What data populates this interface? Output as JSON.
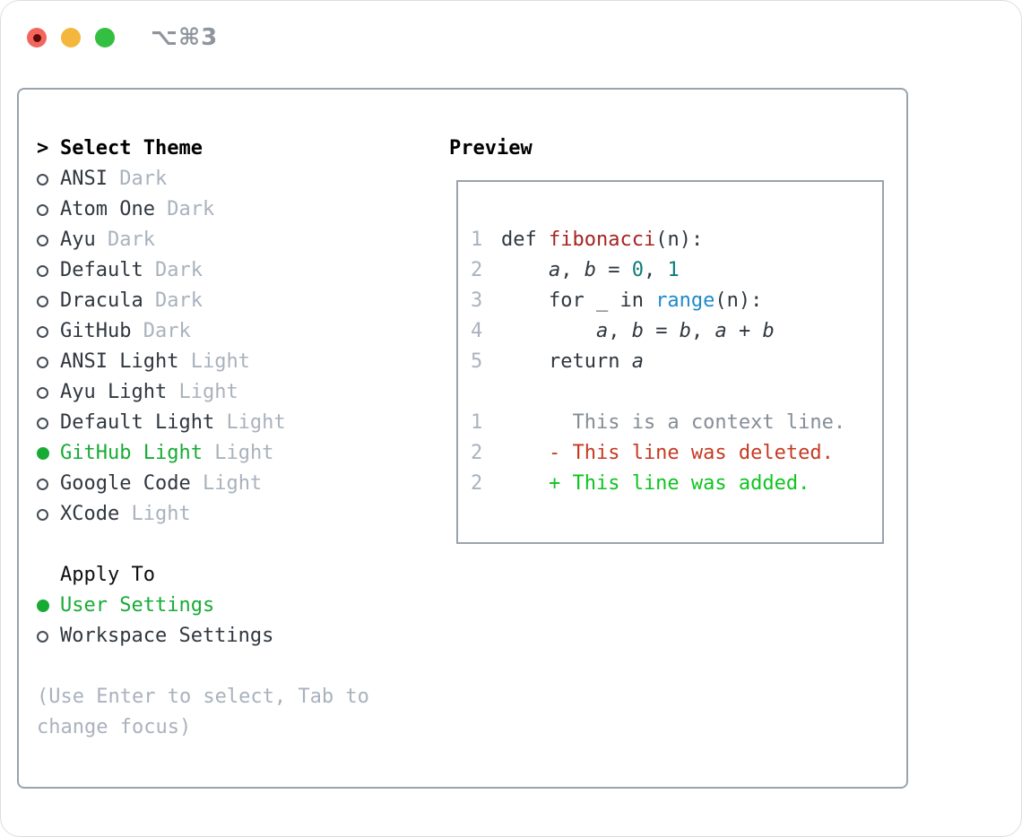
{
  "window": {
    "shortcut": "⌥⌘3"
  },
  "colors": {
    "green": "#17ab35",
    "add": "#0fc420",
    "del": "#c53a21",
    "fn": "#a52421",
    "teal": "#0d7d78",
    "blue": "#208ac8",
    "muted": "#a9b2bd",
    "dark": "#30373f",
    "border": "#9aa3ae"
  },
  "theme_panel": {
    "header_prefix": ">",
    "header_label": "Select Theme",
    "themes": [
      {
        "name": "ANSI",
        "variant": "Dark",
        "selected": false
      },
      {
        "name": "Atom One",
        "variant": "Dark",
        "selected": false
      },
      {
        "name": "Ayu",
        "variant": "Dark",
        "selected": false
      },
      {
        "name": "Default",
        "variant": "Dark",
        "selected": false
      },
      {
        "name": "Dracula",
        "variant": "Dark",
        "selected": false
      },
      {
        "name": "GitHub",
        "variant": "Dark",
        "selected": false
      },
      {
        "name": "ANSI Light",
        "variant": "Light",
        "selected": false
      },
      {
        "name": "Ayu Light",
        "variant": "Light",
        "selected": false
      },
      {
        "name": "Default Light",
        "variant": "Light",
        "selected": false
      },
      {
        "name": "GitHub Light",
        "variant": "Light",
        "selected": true
      },
      {
        "name": "Google Code",
        "variant": "Light",
        "selected": false
      },
      {
        "name": "XCode",
        "variant": "Light",
        "selected": false
      }
    ],
    "apply_header": "Apply To",
    "apply_options": [
      {
        "name": "User Settings",
        "selected": true
      },
      {
        "name": "Workspace Settings",
        "selected": false
      }
    ],
    "help_lines": [
      "(Use Enter to select, Tab to",
      "change focus)"
    ]
  },
  "preview": {
    "title": "Preview",
    "code_lines": [
      {
        "num": "1",
        "segments": [
          [
            "def ",
            "k"
          ],
          [
            "fibonacci",
            "fn"
          ],
          [
            "(n):",
            "k"
          ]
        ]
      },
      {
        "num": "2",
        "segments": [
          [
            "    ",
            "k"
          ],
          [
            "a",
            "v"
          ],
          [
            ", ",
            "k"
          ],
          [
            "b",
            "v"
          ],
          [
            " = ",
            "k"
          ],
          [
            "0",
            "num"
          ],
          [
            ", ",
            "k"
          ],
          [
            "1",
            "num"
          ]
        ]
      },
      {
        "num": "3",
        "segments": [
          [
            "    for _ in ",
            "k"
          ],
          [
            "range",
            "b"
          ],
          [
            "(n):",
            "k"
          ]
        ]
      },
      {
        "num": "4",
        "segments": [
          [
            "        ",
            "k"
          ],
          [
            "a",
            "v"
          ],
          [
            ", ",
            "k"
          ],
          [
            "b",
            "v"
          ],
          [
            " = ",
            "k"
          ],
          [
            "b",
            "v"
          ],
          [
            ", ",
            "k"
          ],
          [
            "a",
            "v"
          ],
          [
            " + ",
            "k"
          ],
          [
            "b",
            "v"
          ]
        ]
      },
      {
        "num": "5",
        "segments": [
          [
            "    return ",
            "k"
          ],
          [
            "a",
            "v"
          ]
        ]
      }
    ],
    "diff_lines": [
      {
        "num": "1",
        "segments": [
          [
            "      This is a context line.",
            "ctx"
          ]
        ]
      },
      {
        "num": "2",
        "segments": [
          [
            "    - This line was deleted.",
            "del"
          ]
        ]
      },
      {
        "num": "2",
        "segments": [
          [
            "    + This line was added.",
            "add"
          ]
        ]
      }
    ]
  }
}
